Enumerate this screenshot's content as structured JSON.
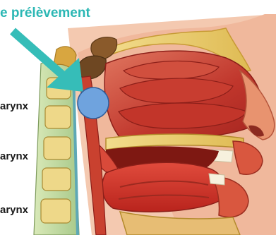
{
  "diagram": {
    "title": "e prélèvement",
    "labels": [
      "arynx",
      "arynx",
      "arynx"
    ],
    "colors": {
      "title": "#2bb7b4",
      "arrow": "#36bdb8",
      "sample_point": "#6fa3de",
      "label": "#1a1a1a"
    },
    "icons": {
      "pointer": "arrow-icon",
      "sample_site": "circle-marker-icon"
    }
  }
}
